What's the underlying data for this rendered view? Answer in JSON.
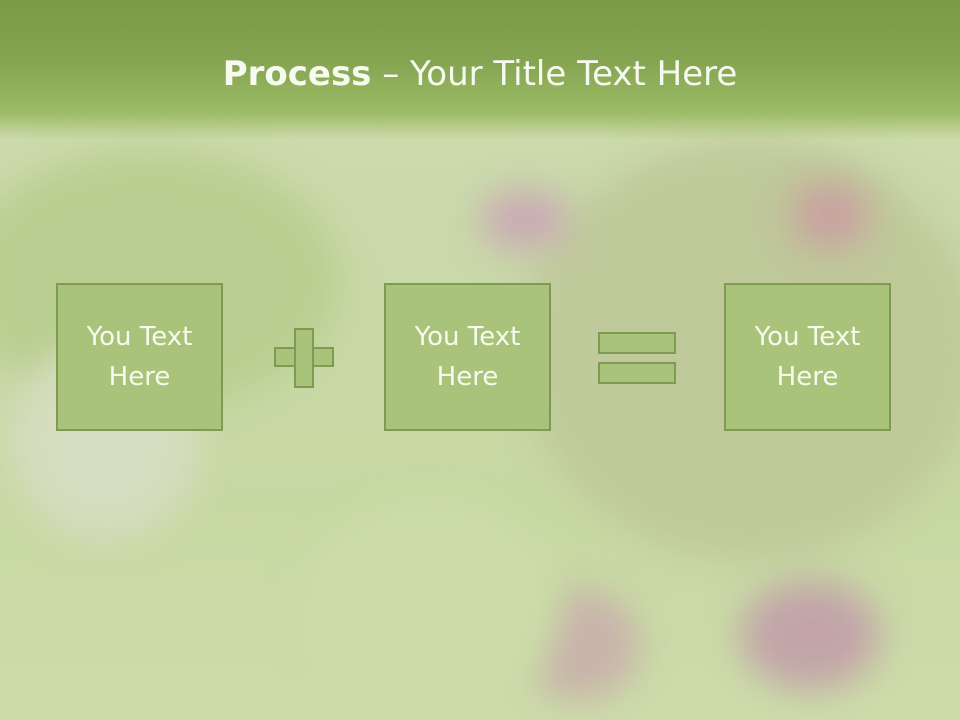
{
  "slide": {
    "title_bold": "Process",
    "title_rest": " – Your Title Text Here",
    "boxes": [
      {
        "line1": "You Text",
        "line2": "Here"
      },
      {
        "line1": "You Text",
        "line2": "Here"
      },
      {
        "line1": "You Text",
        "line2": "Here"
      }
    ],
    "operators": [
      "plus-icon",
      "equals-icon"
    ]
  },
  "colors": {
    "title_band": "#86a552",
    "box_fill": "#a9c37a",
    "box_border": "#7f9a52",
    "text": "#f7faee"
  }
}
